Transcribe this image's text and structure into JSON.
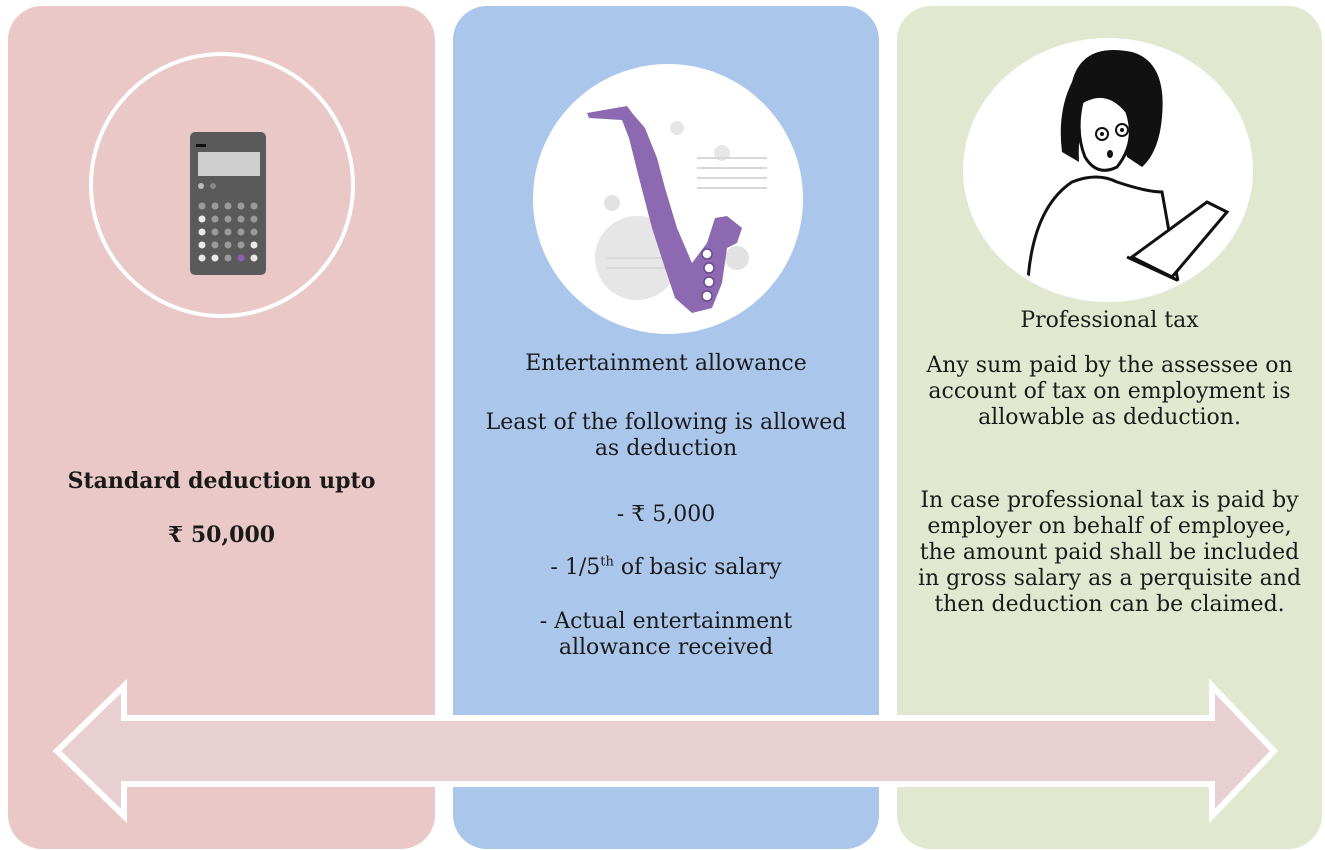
{
  "colors": {
    "card1": "#eac8c8",
    "card2": "#aac6eb",
    "card3": "#e0e8d0",
    "arrow_fill": "#e8cfd1"
  },
  "standard_deduction": {
    "icon": "calculator-icon",
    "line1": "Standard deduction upto",
    "line2": "₹  50,000"
  },
  "entertainment": {
    "icon": "saxophone-icon",
    "title": "Entertainment allowance",
    "intro": "Least of the following is allowed as deduction",
    "item1": "- ₹ 5,000",
    "item2_pre": "- 1/5",
    "item2_sup": "th",
    "item2_post": " of basic salary",
    "item3": "- Actual entertainment allowance received"
  },
  "professional_tax": {
    "icon": "woman-laptop-icon",
    "title": "Professional tax",
    "para1": "Any sum paid by the assessee on account of tax on employment is allowable as deduction.",
    "para2": "In case professional tax is paid by employer on behalf of employee, the amount paid shall be included in gross salary as a perquisite and then deduction can be claimed."
  },
  "arrow": {
    "icon": "double-arrow-icon"
  }
}
